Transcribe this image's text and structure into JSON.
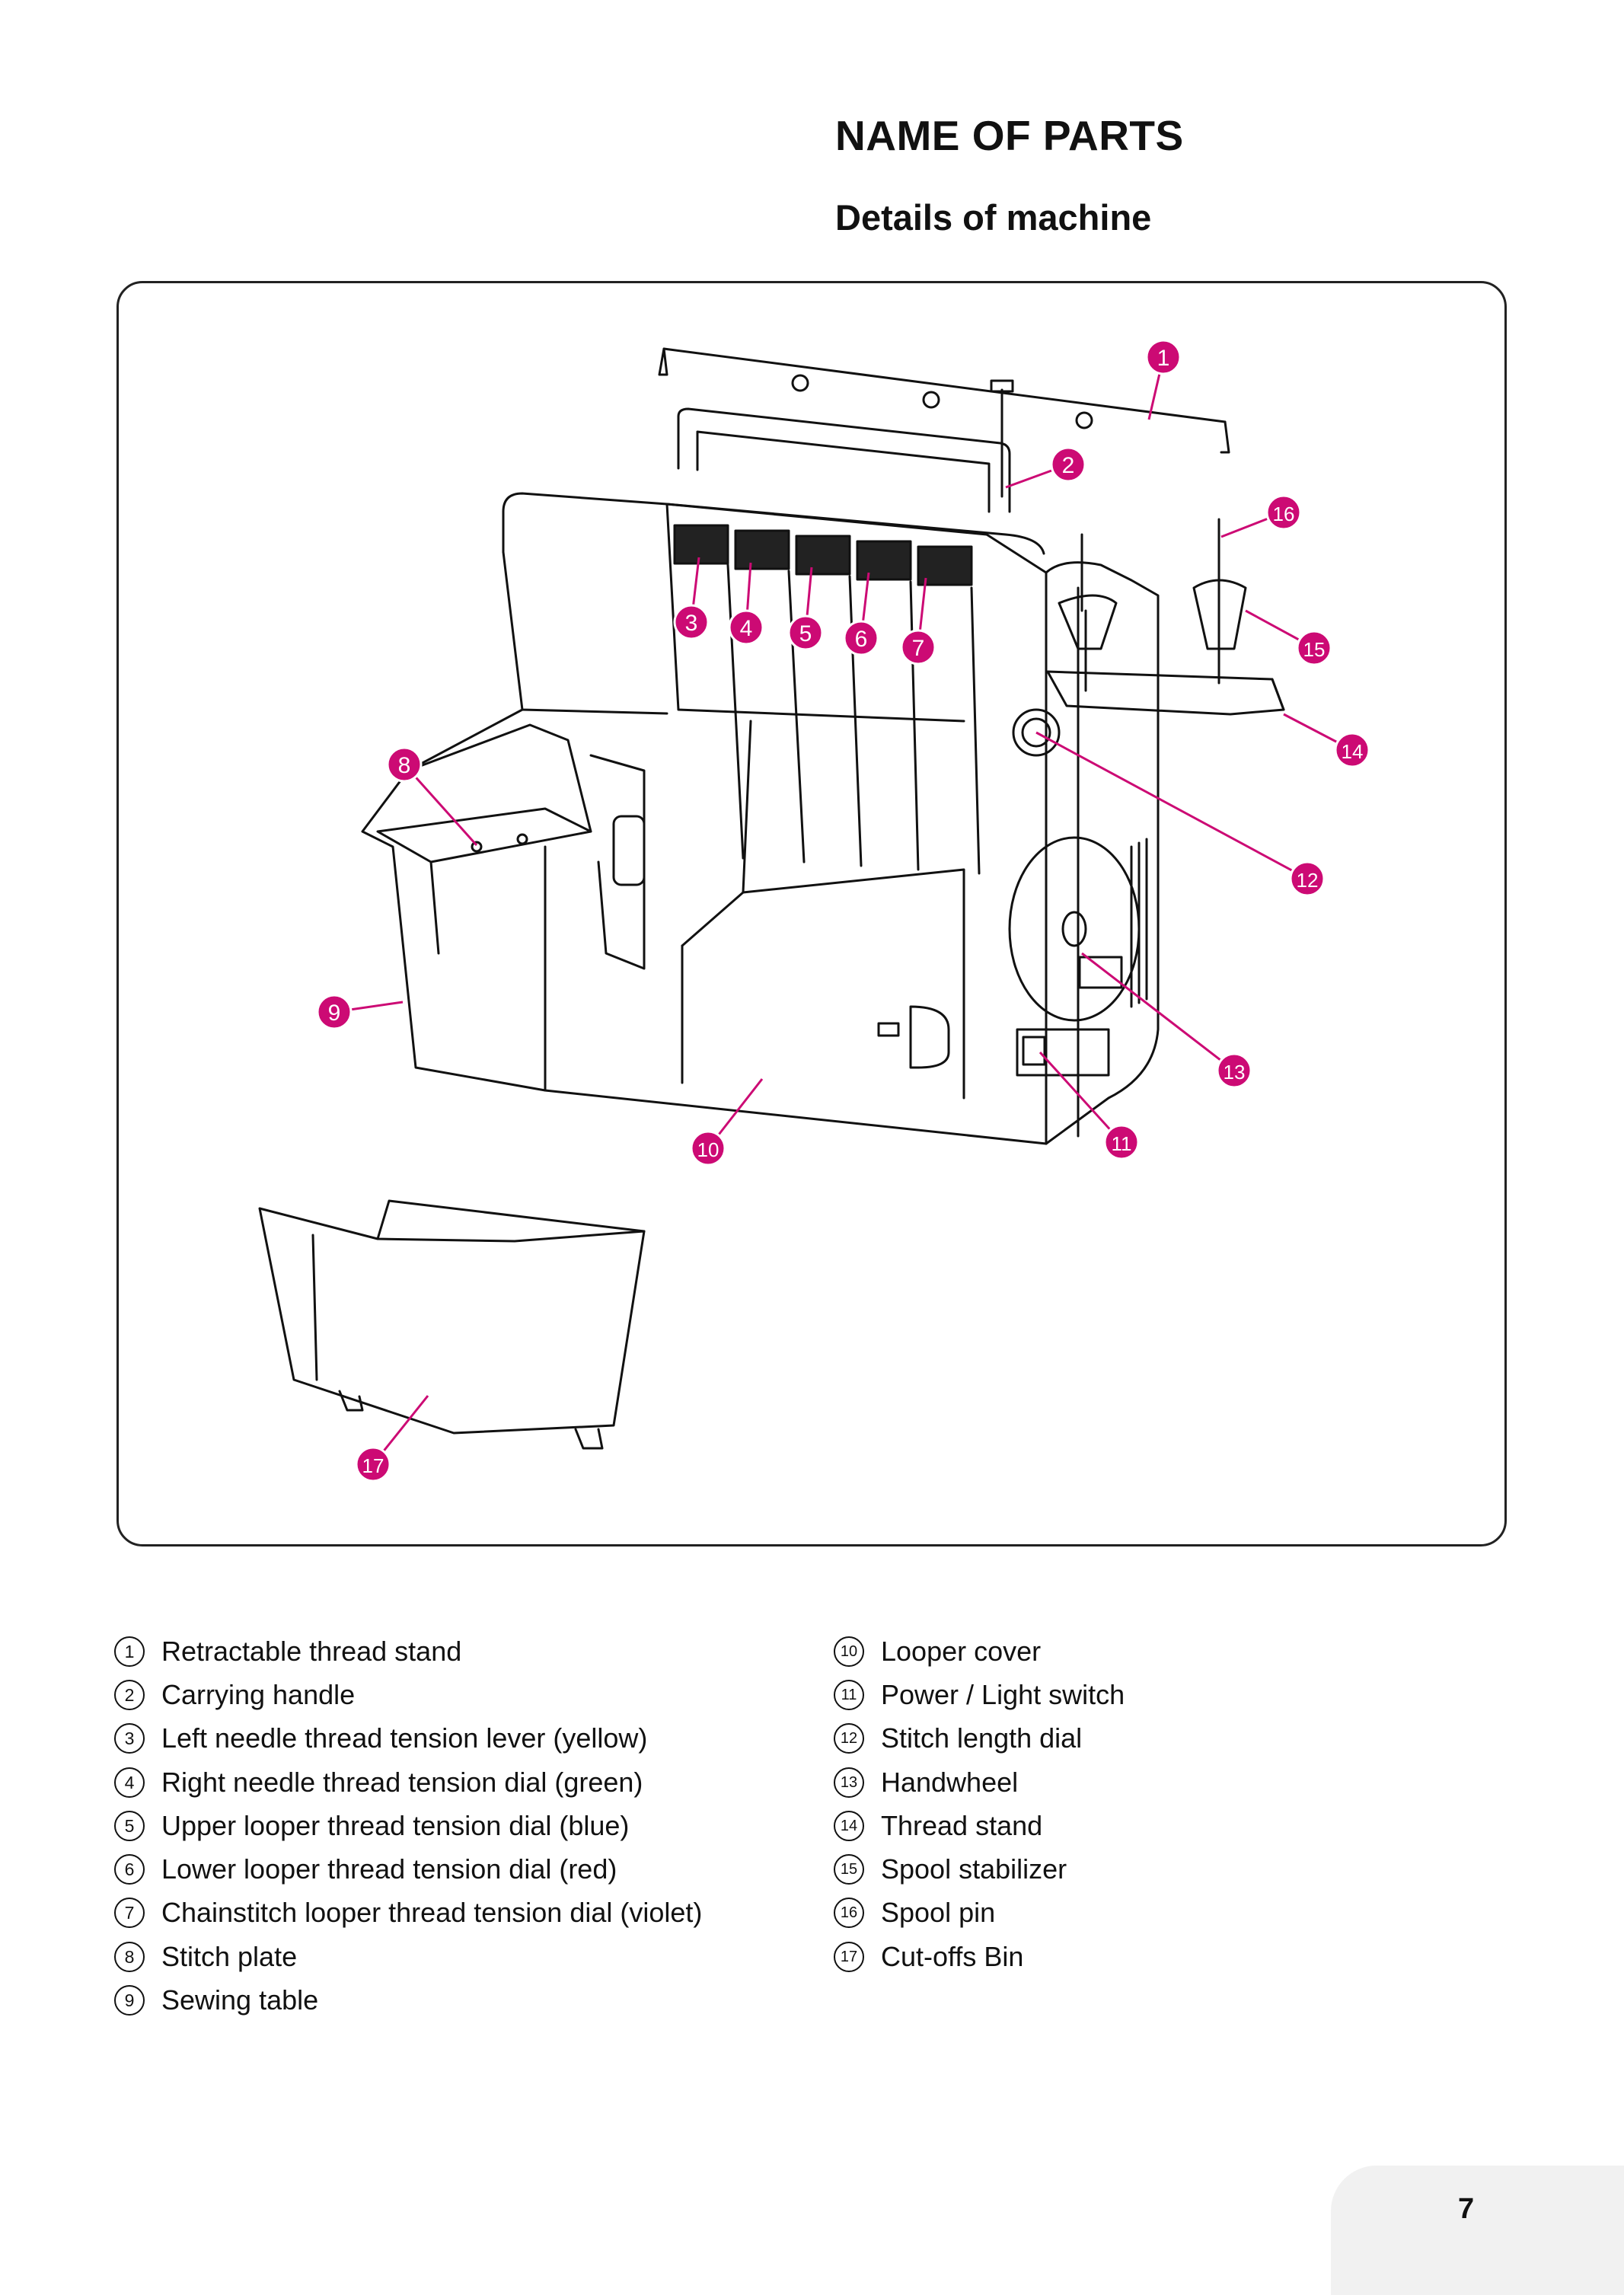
{
  "page": {
    "title": "NAME OF PARTS",
    "subtitle": "Details of machine",
    "page_number": "7"
  },
  "accent_color": "#cc0a74",
  "figure": {
    "callouts": [
      "1",
      "2",
      "3",
      "4",
      "5",
      "6",
      "7",
      "8",
      "9",
      "10",
      "11",
      "12",
      "13",
      "14",
      "15",
      "16",
      "17"
    ]
  },
  "parts": [
    {
      "num": "1",
      "label": "Retractable thread stand"
    },
    {
      "num": "2",
      "label": "Carrying handle"
    },
    {
      "num": "3",
      "label": "Left needle thread tension lever (yellow)"
    },
    {
      "num": "4",
      "label": "Right needle thread tension dial (green)"
    },
    {
      "num": "5",
      "label": "Upper looper thread tension dial (blue)"
    },
    {
      "num": "6",
      "label": "Lower looper thread tension dial (red)"
    },
    {
      "num": "7",
      "label": "Chainstitch looper thread tension dial (violet)"
    },
    {
      "num": "8",
      "label": "Stitch plate"
    },
    {
      "num": "9",
      "label": "Sewing table"
    },
    {
      "num": "10",
      "label": "Looper cover"
    },
    {
      "num": "11",
      "label": "Power / Light switch"
    },
    {
      "num": "12",
      "label": "Stitch length dial"
    },
    {
      "num": "13",
      "label": "Handwheel"
    },
    {
      "num": "14",
      "label": "Thread stand"
    },
    {
      "num": "15",
      "label": "Spool stabilizer"
    },
    {
      "num": "16",
      "label": "Spool pin"
    },
    {
      "num": "17",
      "label": "Cut-offs Bin"
    }
  ]
}
